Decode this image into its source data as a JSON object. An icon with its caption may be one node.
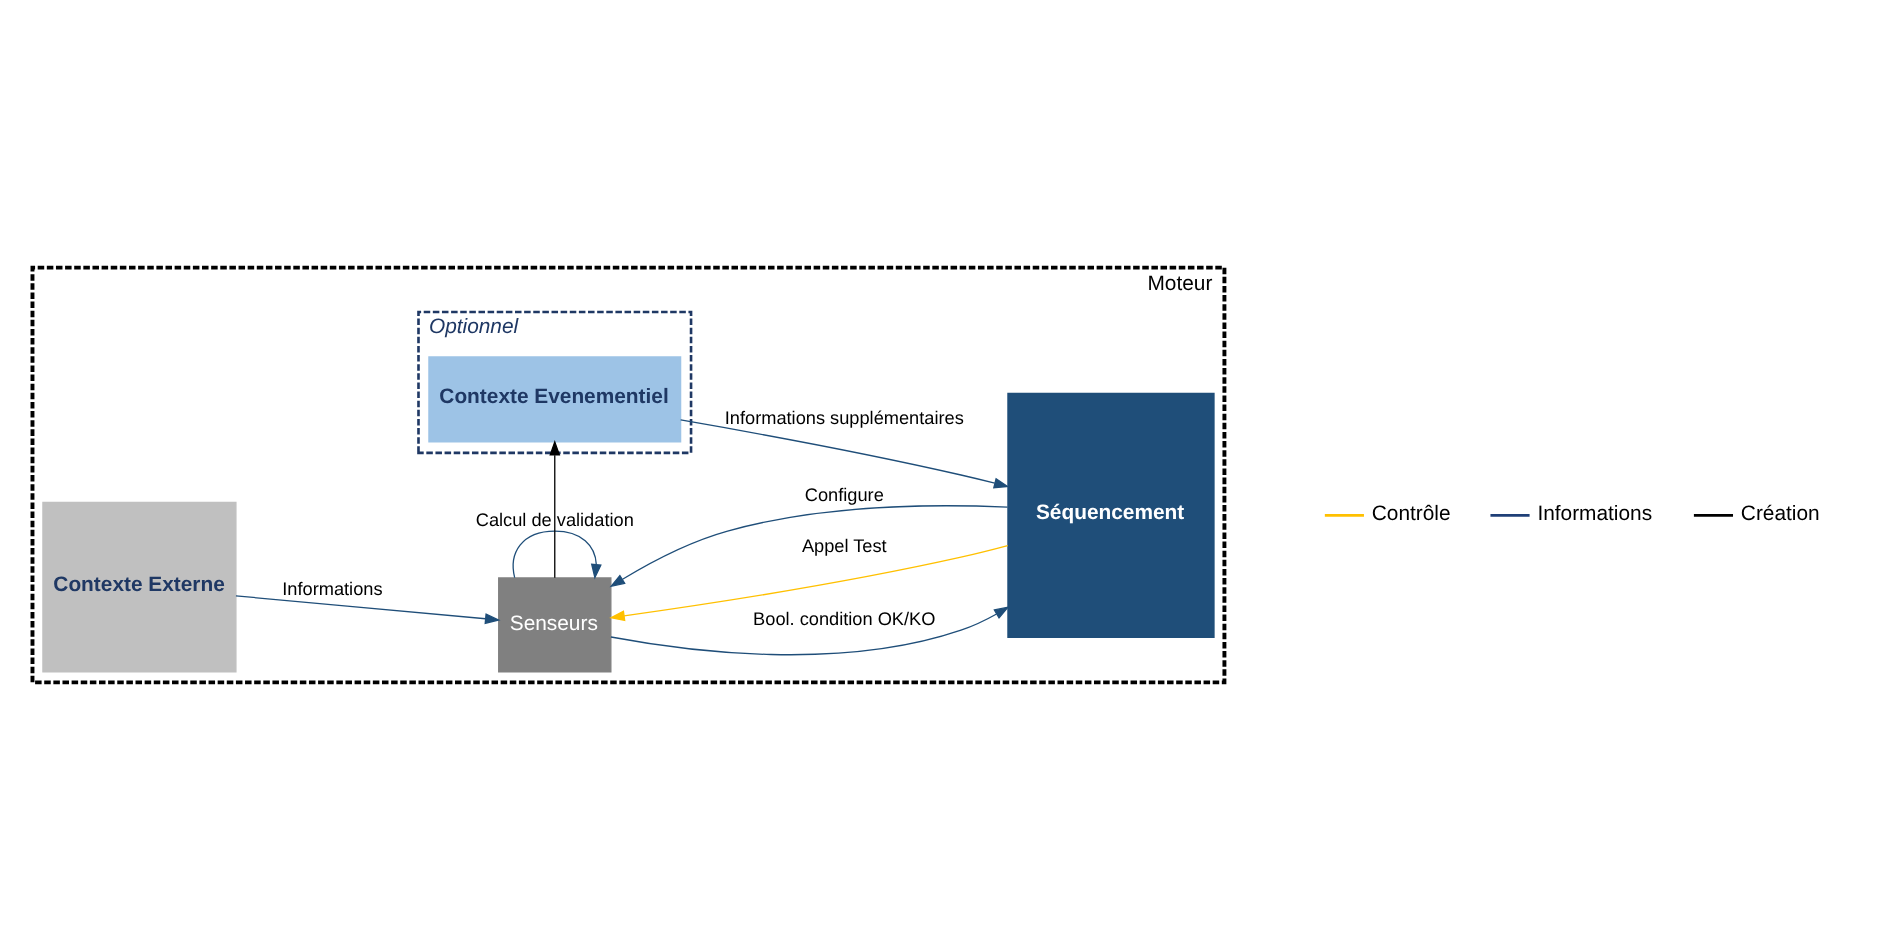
{
  "diagram": {
    "nodes": [
      {
        "text": [
          "Moteur"
        ]
      },
      {
        "text": [
          "Contexte Externe"
        ],
        "in": 0
      },
      {
        "text": [
          "Senseurs"
        ],
        "in": 0
      },
      {
        "text": [
          "Séquencement"
        ],
        "in": 0
      },
      {
        "text": [
          "Optionnel"
        ],
        "in": 0
      },
      {
        "text": [
          "Contexte Evenementiel"
        ],
        "in": 4
      }
    ],
    "edges": [
      {
        "from": 1,
        "to": 2,
        "arrow": "to",
        "label": "Informations"
      },
      {
        "from": 3,
        "to": 2,
        "arrow": "to",
        "label": "Appel Test",
        "color": "#ffc000"
      },
      {
        "from": 3,
        "to": 2,
        "arrow": "to",
        "label": "Configure"
      },
      {
        "from": 2,
        "to": 3,
        "arrow": "to",
        "label": "Bool. condition OK/KO"
      },
      {
        "from": 2,
        "to": 2,
        "arrow": "to",
        "label": "Calcul de validation"
      },
      {
        "from": 2,
        "to": 5,
        "arrow": "to",
        "color": "#000000"
      },
      {
        "from": 5,
        "to": 3,
        "arrow": "to",
        "label": "Informations supplémentaires"
      }
    ],
    "legend": [
      {
        "text": "Contrôle"
      },
      {
        "text": "Informations"
      },
      {
        "text": "Création"
      }
    ]
  }
}
